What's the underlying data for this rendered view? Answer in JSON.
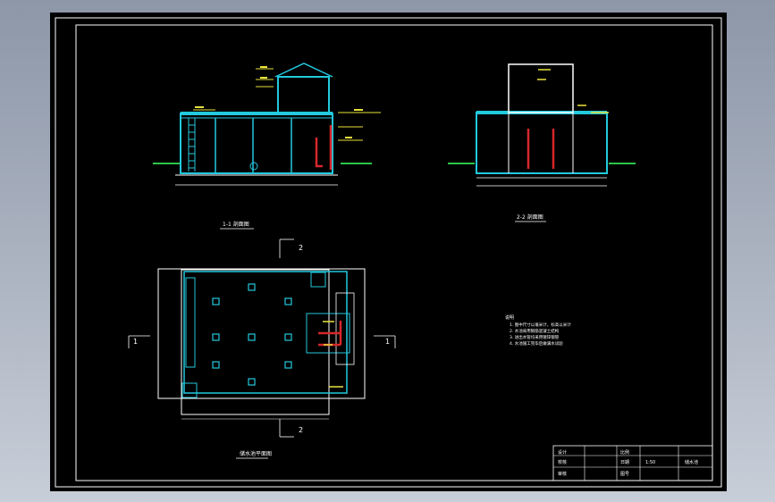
{
  "drawing": {
    "section_labels": {
      "section_1_1": "1-1 剖面图",
      "section_2_2": "2-2 剖面图",
      "plan": "储水池平面图"
    },
    "cut_markers": {
      "top": "2",
      "bottom": "2",
      "left": "1",
      "right": "1"
    },
    "notes": {
      "heading": "说明",
      "lines": [
        "1. 图中尺寸以毫米计，标高以米计",
        "2. 水池采用钢筋混凝土结构",
        "3. 进出水管均采用镀锌钢管",
        "4. 水池施工完毕后做满水试验"
      ]
    },
    "title_block": {
      "cells": [
        "设计",
        "校核",
        "审核",
        "比例",
        "日期",
        "图号",
        "1:50",
        "储水池"
      ]
    },
    "colors": {
      "structure": "#23c9dd",
      "annotation": "#e8e23a",
      "pipe": "#d7262b",
      "frame": "#ffffff",
      "ground": "#2ec44a"
    }
  }
}
